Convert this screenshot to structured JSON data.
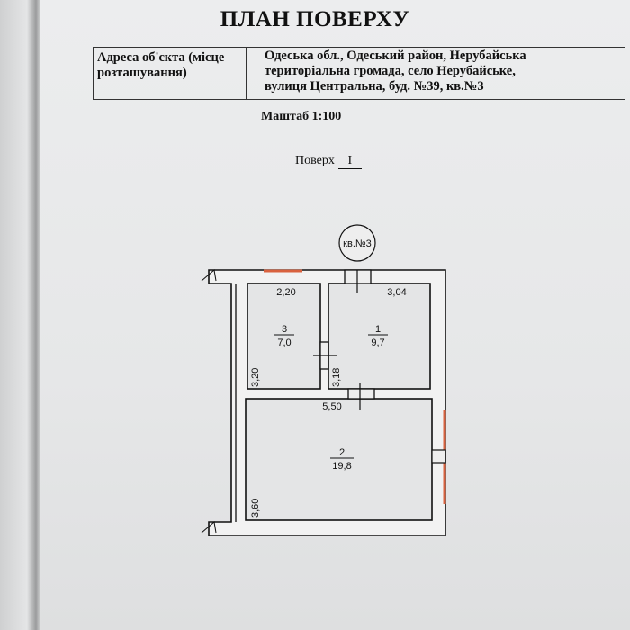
{
  "title": "ПЛАН ПОВЕРХУ",
  "address": {
    "label": "Адреса об'єкта (місце розташування)",
    "value_lines": [
      "Одеська обл., Одеський район, Нерубайська",
      "територіальна громада, село Нерубайське,",
      "вулиця  Центральна, буд. №39, кв.№3"
    ]
  },
  "scale": "Маштаб  1:100",
  "floor": {
    "label": "Поверх",
    "value": "I"
  },
  "plan": {
    "apartment_tag": "кв.№3",
    "rooms": [
      {
        "number": "3",
        "area": "7,0"
      },
      {
        "number": "1",
        "area": "9,7"
      },
      {
        "number": "2",
        "area": "19,8"
      }
    ],
    "dimensions": [
      "2,20",
      "3,04",
      "3,20",
      "3,18",
      "5,50",
      "3,60"
    ],
    "window_color": "#d9623f"
  }
}
